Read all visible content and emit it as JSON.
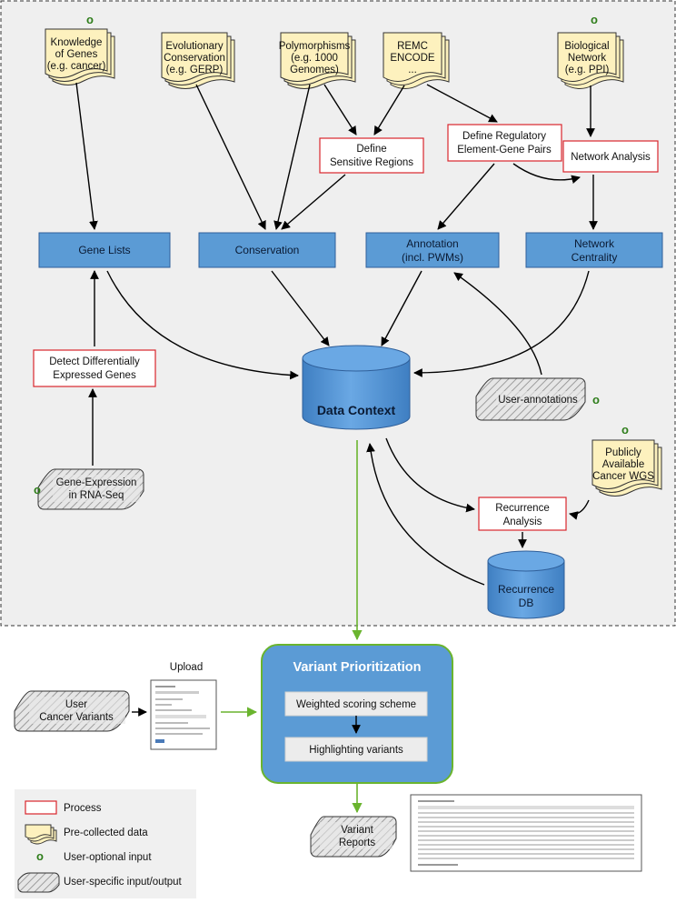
{
  "optional_marker": "o",
  "sources": {
    "knowledge_genes": [
      "Knowledge",
      "of Genes",
      "(e.g. cancer)"
    ],
    "evol_conservation": [
      "Evolutionary",
      "Conservation",
      "(e.g. GERP)"
    ],
    "polymorphisms": [
      "Polymorphisms",
      "(e.g. 1000",
      "Genomes)"
    ],
    "remc": [
      "REMC",
      "ENCODE",
      "..."
    ],
    "bio_network": [
      "Biological",
      "Network",
      "(e.g. PPI)"
    ],
    "public_wgs": [
      "Publicly",
      "Available",
      "Cancer WGS"
    ]
  },
  "processes": {
    "sensitive_regions": [
      "Define",
      "Sensitive Regions"
    ],
    "regulatory_pairs": [
      "Define Regulatory",
      "Element-Gene Pairs"
    ],
    "network_analysis": [
      "Network Analysis"
    ],
    "diff_expressed": [
      "Detect Differentially",
      "Expressed Genes"
    ],
    "recurrence_analysis": [
      "Recurrence",
      "Analysis"
    ]
  },
  "resources": {
    "gene_lists": [
      "Gene Lists"
    ],
    "conservation": [
      "Conservation"
    ],
    "annotation": [
      "Annotation",
      "(incl. PWMs)"
    ],
    "network_centrality": [
      "Network",
      "Centrality"
    ]
  },
  "user_inputs": {
    "user_annotations": [
      "User-annotations"
    ],
    "gene_expression": [
      "Gene-Expression",
      "in RNA-Seq"
    ],
    "user_cancer_variants": [
      "User",
      "Cancer Variants"
    ],
    "variant_reports": [
      "Variant",
      "Reports"
    ]
  },
  "databases": {
    "data_context": [
      "Data Context"
    ],
    "recurrence_db": [
      "Recurrence",
      "DB"
    ]
  },
  "prioritization": {
    "title": "Variant Prioritization",
    "step1": "Weighted scoring scheme",
    "step2": "Highlighting variants"
  },
  "upload_label": "Upload",
  "legend": {
    "process": "Process",
    "precollected": "Pre-collected data",
    "optional": "User-optional input",
    "user_specific": "User-specific input/output"
  },
  "colors": {
    "process_border": "#d9262c",
    "blue_fill": "#5b9bd5",
    "blue_border": "#2f5f9a",
    "note_fill": "#fdf1be",
    "green": "#6ab42e",
    "optional_green": "#2e7d1a",
    "panel_fill": "#efefef"
  }
}
